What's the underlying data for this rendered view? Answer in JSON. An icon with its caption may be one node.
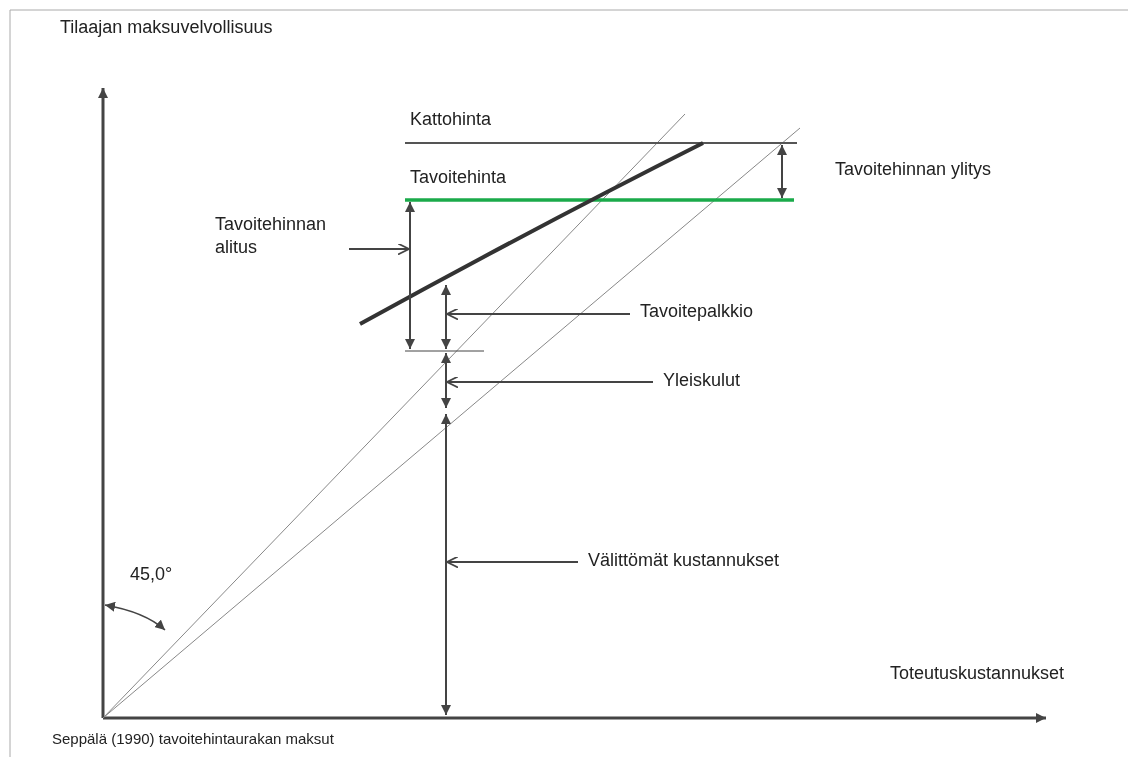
{
  "diagram": {
    "caption": "Seppälä (1990) tavoitehintaurakan maksut",
    "nodes": [
      {
        "text": [
          "Tavoitehinnan alitus"
        ]
      },
      {
        "text": [
          "Tavoitepalkkio"
        ]
      },
      {
        "text": [
          "Yleiskulut"
        ]
      },
      {
        "text": [
          "Välittömät kustannukset"
        ]
      },
      {
        "text": [],
        "shape": "line"
      },
      {
        "text": [],
        "shape": "line"
      },
      {
        "text": [],
        "shape": "line"
      },
      {
        "text": [],
        "shape": "line"
      }
    ],
    "edges": [
      {
        "from": 0,
        "to": 4,
        "arrow": "to"
      },
      {
        "from": 1,
        "to": 5,
        "arrow": "to"
      },
      {
        "from": 2,
        "to": 6,
        "arrow": "to"
      },
      {
        "from": 3,
        "to": 7,
        "arrow": "to"
      }
    ],
    "labels": [
      "Tilaajan maksuvelvollisuus",
      "Kattohinta",
      "Tavoitehinta",
      "Tavoitehinnan ylitys",
      "45,0°",
      "Toteutuskustannukset"
    ]
  }
}
